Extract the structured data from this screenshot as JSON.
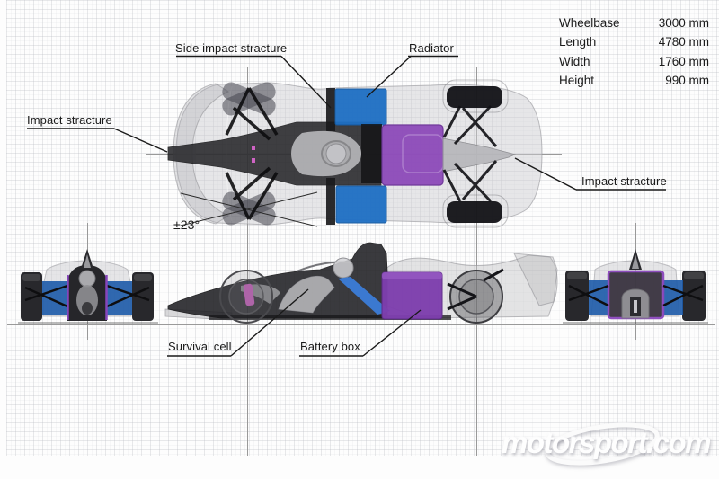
{
  "specs": {
    "rows": [
      {
        "label": "Wheelbase",
        "value": "3000 mm"
      },
      {
        "label": "Length",
        "value": "4780 mm"
      },
      {
        "label": "Width",
        "value": "1760 mm"
      },
      {
        "label": "Height",
        "value": "990 mm"
      }
    ]
  },
  "labels": {
    "side_impact": "Side impact stracture",
    "radiator": "Radiator",
    "impact_front": "Impact stracture",
    "impact_rear": "Impact stracture",
    "steering_angle": "±23°",
    "survival_cell": "Survival cell",
    "battery_box": "Battery box"
  },
  "watermark": "motorsport.com",
  "colors": {
    "radiator_blue": "#1e6fc4",
    "wing_blue": "#1c5aa9",
    "battery_purple": "#8e4cba",
    "battery_purple_side": "#7e3fae",
    "chassis_dark": "#1f1f22",
    "pink_detail": "#cf63c4",
    "brace_blue": "#3b79d0",
    "construction_gray": "#999999",
    "ink": "#1a1a1a"
  }
}
